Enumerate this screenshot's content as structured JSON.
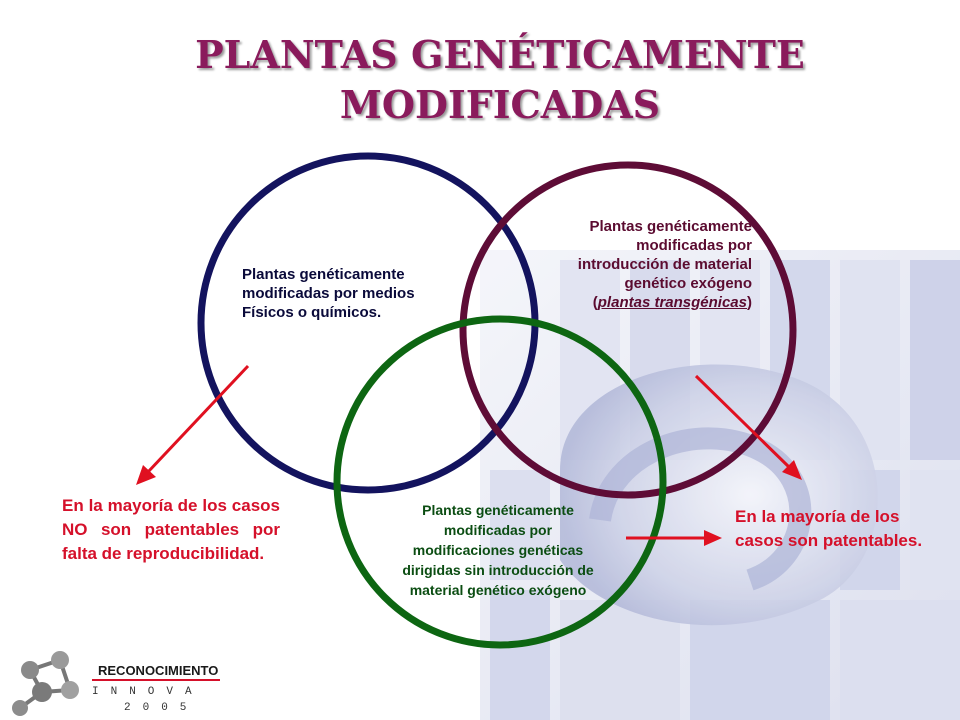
{
  "title": {
    "line1": "PLANTAS GENÉTICAMENTE",
    "line2": "MODIFICADAS"
  },
  "circles": {
    "physical_chemical": {
      "line1": "Plantas genéticamente",
      "line2": "modificadas por medios",
      "line3": "Físicos o químicos.",
      "color": "#13135e"
    },
    "transgenic": {
      "line1": "Plantas genéticamente",
      "line2": "modificadas por",
      "line3": "introducción de material",
      "line4": "genético exógeno",
      "paren_open": "(",
      "paren_text": "plantas transgénicas",
      "paren_close": ")",
      "color": "#5e0c36"
    },
    "directed": {
      "line1": "Plantas genéticamente",
      "line2": "modificadas por",
      "line3": "modificaciones genéticas",
      "line4": "dirigidas sin introducción de",
      "line5": "material genético exógeno",
      "color": "#0d6612"
    }
  },
  "notes": {
    "left": "En la mayoría de los casos NO son patentables por falta de reproducibilidad.",
    "right": "En la mayoría de los casos son patentables."
  },
  "arrow_color": "#e01020",
  "logo": {
    "name": "RECONOCIMIENTO",
    "sub": "INNOVA",
    "year": "2005"
  }
}
